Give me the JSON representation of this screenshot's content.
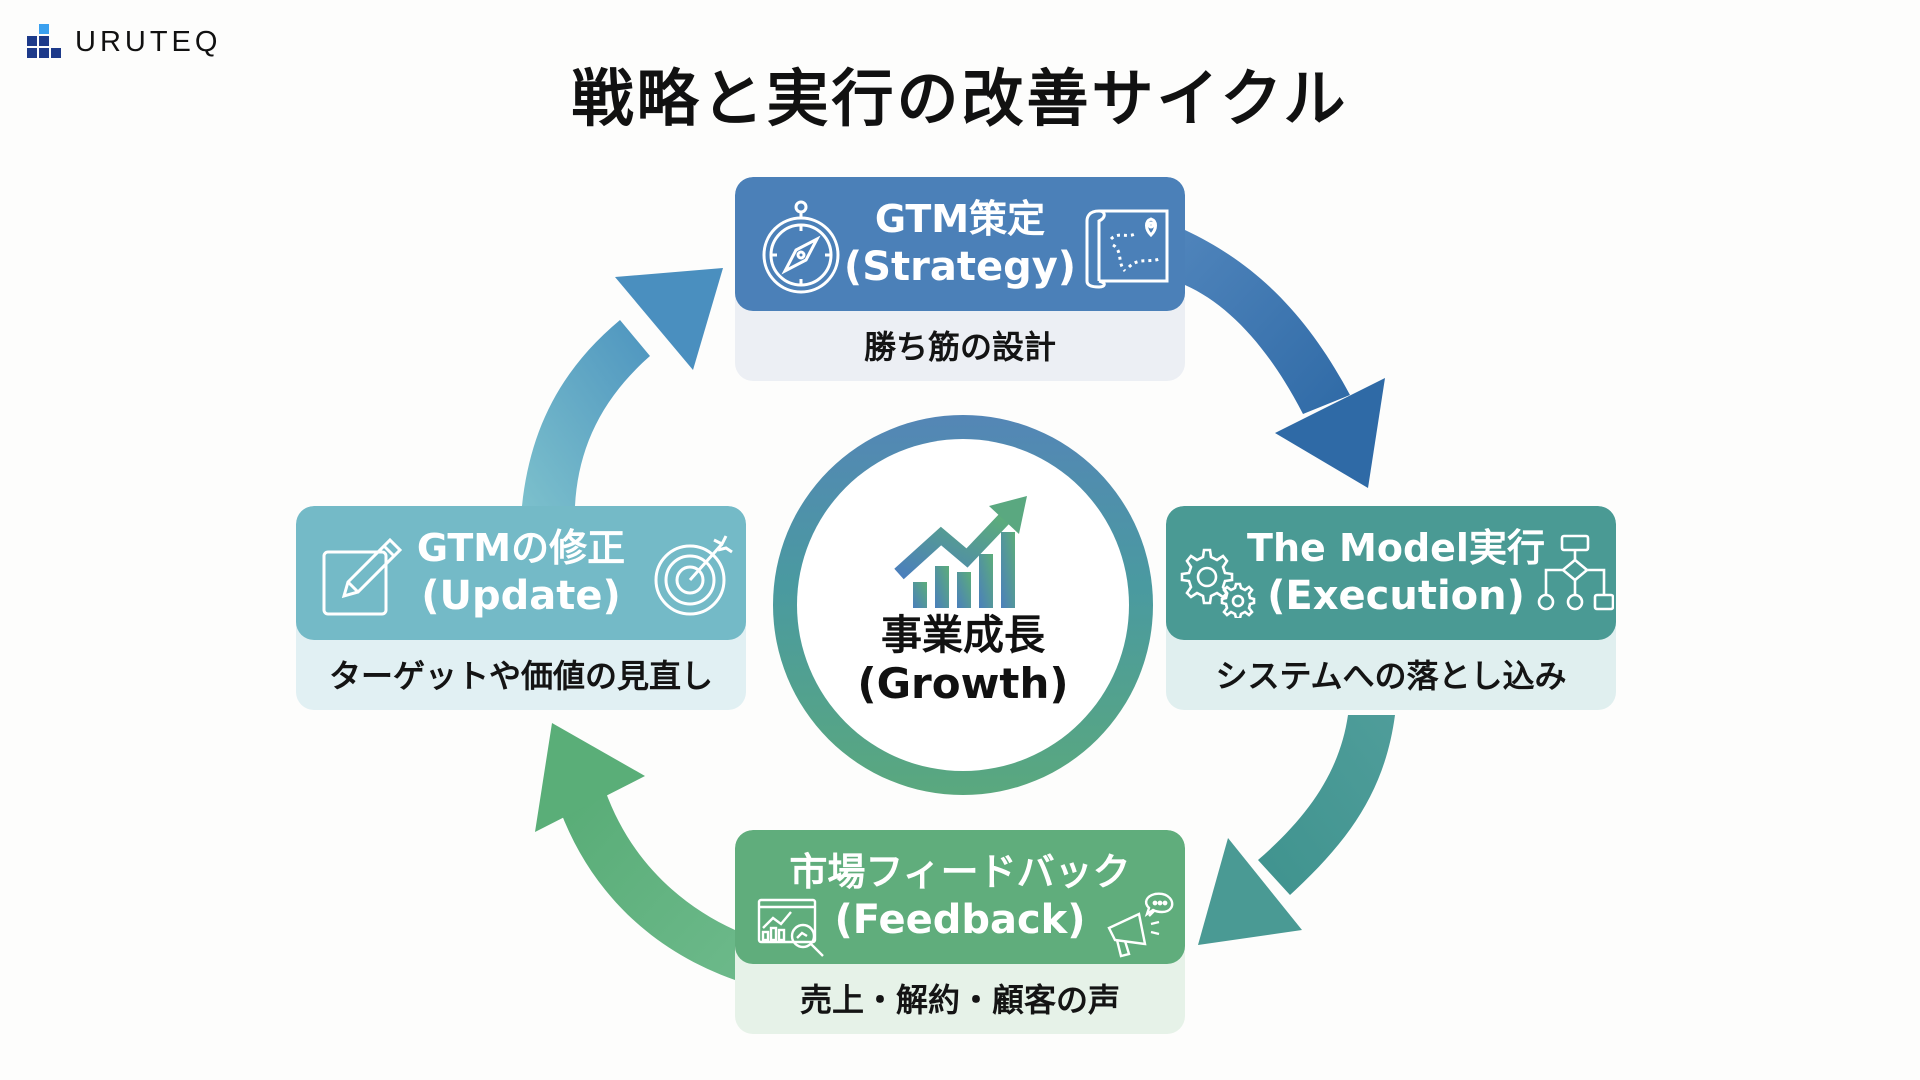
{
  "brand": {
    "name": "URUTEQ",
    "logo_icon": "stacked-blocks-logo-icon"
  },
  "title": "戦略と実行の改善サイクル",
  "center": {
    "icon": "growth-chart-icon",
    "title": "事業成長",
    "subtitle": "(Growth)"
  },
  "steps": [
    {
      "id": "strategy",
      "title": "GTM策定",
      "subtitle": "(Strategy)",
      "description": "勝ち筋の設計",
      "icons": [
        "compass-icon",
        "map-icon"
      ],
      "color": "#4b80b8"
    },
    {
      "id": "execution",
      "title": "The Model実行",
      "subtitle": "(Execution)",
      "description": "システムへの落とし込み",
      "icons": [
        "gears-icon",
        "flowchart-icon"
      ],
      "color": "#4a9a94"
    },
    {
      "id": "feedback",
      "title": "市場フィードバック",
      "subtitle": "(Feedback)",
      "description": "売上・解約・顧客の声",
      "icons": [
        "analytics-magnifier-icon",
        "megaphone-icon"
      ],
      "color": "#60ad7c"
    },
    {
      "id": "update",
      "title": "GTMの修正",
      "subtitle": "(Update)",
      "description": "ターゲットや価値の見直し",
      "icons": [
        "edit-icon",
        "target-icon"
      ],
      "color": "#74bac7"
    }
  ],
  "arrows": [
    {
      "from": "strategy",
      "to": "execution",
      "color": "#3f79b1"
    },
    {
      "from": "execution",
      "to": "feedback",
      "color": "#4a9a94"
    },
    {
      "from": "feedback",
      "to": "update",
      "color": "#5aae78"
    },
    {
      "from": "update",
      "to": "strategy",
      "color": "#6cb4c4"
    }
  ]
}
